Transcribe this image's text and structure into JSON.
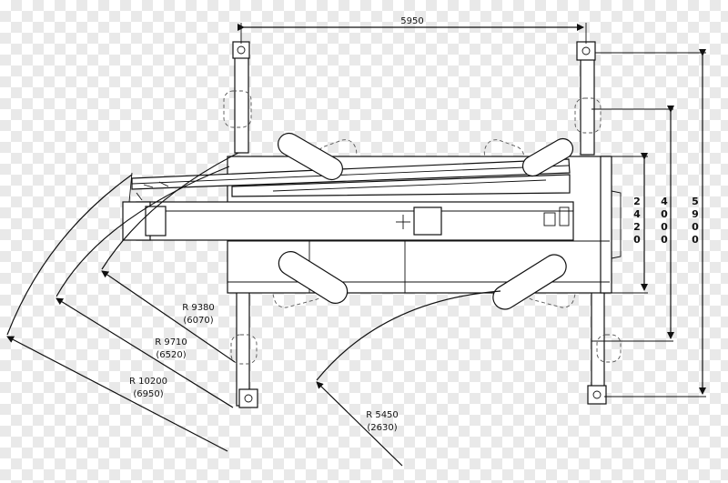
{
  "dimensions": {
    "top_width": "5950",
    "height_2420": [
      "2",
      "4",
      "2",
      "0"
    ],
    "height_4000": [
      "4",
      "0",
      "0",
      "0"
    ],
    "height_5900": [
      "5",
      "9",
      "0",
      "0"
    ]
  },
  "radii": [
    {
      "line1": "R 9380",
      "line2": "(6070)"
    },
    {
      "line1": "R 9710",
      "line2": "(6520)"
    },
    {
      "line1": "R 10200",
      "line2": "(6950)"
    },
    {
      "line1": "R 5450",
      "line2": "(2630)"
    }
  ],
  "colors": {
    "ink": "#111111",
    "checker": "#e9e9e9"
  }
}
